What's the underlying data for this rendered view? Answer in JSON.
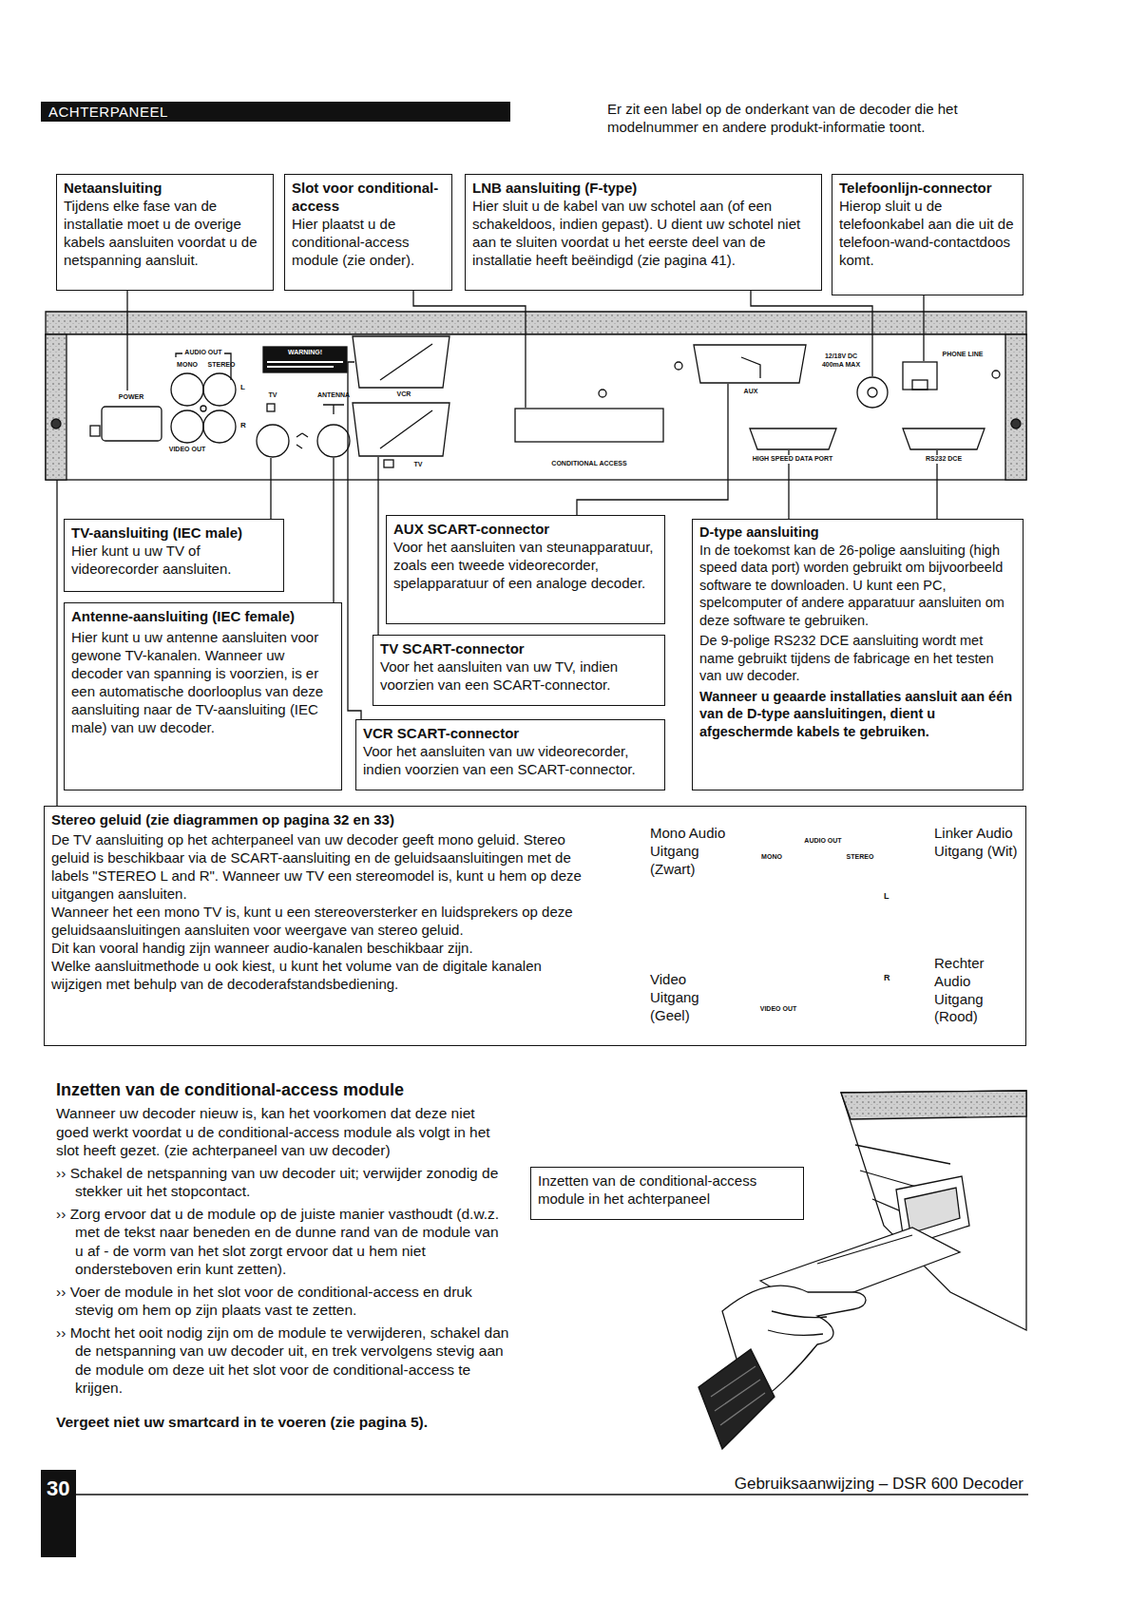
{
  "diagram": {
    "title": "ACHTERPANEEL",
    "nodes": [
      {
        "text": [
          "Netaansluiting",
          "Tijdens elke fase van de installatie moet u de overige kabels aansluiten voordat u de netspanning aansluit."
        ]
      },
      {
        "text": [
          "Slot voor conditional-access",
          "Hier plaatst u de conditional-access module (zie onder)."
        ]
      },
      {
        "text": [
          "LNB aansluiting (F-type)",
          "Hier sluit u de kabel van uw schotel aan (of een schakeldoos, indien gepast). U dient uw schotel niet aan te sluiten voordat u het eerste deel van de installatie heeft beëindigd (zie pagina 41)."
        ]
      },
      {
        "text": [
          "Telefoonlijn-connector",
          "Hierop sluit u de telefoonkabel aan die uit de telefoon-wand-contactdoos komt."
        ]
      },
      {
        "text": [
          "TV-aansluiting (IEC male)",
          "Hier kunt u uw TV of videorecorder aansluiten."
        ]
      },
      {
        "text": [
          "Antenne-aansluiting (IEC female)",
          "Hier kunt u uw antenne aansluiten voor gewone TV-kanalen. Wanneer uw decoder van spanning is voorzien, is er een automatische doorlooplus van deze aansluiting naar de TV-aansluiting (IEC male) van uw decoder."
        ]
      },
      {
        "text": [
          "AUX SCART-connector",
          "Voor het aansluiten van steunapparatuur, zoals een tweede videorecorder, spelapparatuur of een analoge decoder."
        ]
      },
      {
        "text": [
          "TV SCART-connector",
          "Voor het aansluiten van uw TV, indien voorzien van een SCART-connector."
        ]
      },
      {
        "text": [
          "VCR SCART-connector",
          "Voor het aansluiten van uw videorecorder, indien voorzien van een SCART-connector."
        ]
      },
      {
        "text": [
          "D-type aansluiting",
          "In de toekomst kan de 26-polige aansluiting (high speed data port) worden gebruikt om bijvoorbeeld software te downloaden. U kunt een PC, spelcomputer of andere apparatuur aansluiten om deze software te gebruiken.",
          "De 9-polige RS232 DCE aansluiting wordt met name gebruikt tijdens de fabricage en het testen van uw decoder.",
          "Wanneer u geaarde installaties aansluit aan één van de D-type aansluitingen, dient u afgeschermde kabels te gebruiken."
        ]
      },
      {
        "text": [
          "Stereo geluid (zie diagrammen op pagina 32 en 33)",
          "De TV aansluiting op het achterpaneel van uw decoder geeft mono geluid. Stereo geluid is beschikbaar via de SCART-aansluiting en de geluidsaansluitingen met de labels \"STEREO L and R\". Wanneer uw TV een stereomodel is, kunt u hem op deze uitgangen aansluiten.",
          "Wanneer het een mono TV is, kunt u een stereoversterker en luidsprekers op deze geluidsaansluitingen aansluiten voor weergave van stereo geluid.",
          "Dit kan vooral handig zijn wanneer audio-kanalen beschikbaar zijn.",
          "Welke aansluitmethode u ook kiest, u kunt het volume van de digitale kanalen wijzigen met behulp van de decoderafstandsbediening."
        ]
      },
      {
        "text": [
          "Inzetten van de conditional-access module in het achterpaneel"
        ]
      }
    ],
    "labels": [
      "Er zit een label op de onderkant van de decoder die het modelnummer en andere produkt-informatie toont.",
      "AUDIO OUT",
      "MONO",
      "STEREO",
      "POWER",
      "L",
      "R",
      "VIDEO OUT",
      "WARNING!",
      "TV",
      "ANTENNA",
      "VCR",
      "TV",
      "CONDITIONAL ACCESS",
      "AUX",
      "HIGH SPEED DATA PORT",
      "12/18V DC 400mA MAX",
      "PHONE LINE",
      "RS232 DCE",
      "Mono Audio Uitgang (Zwart)",
      "AUDIO OUT",
      "MONO",
      "STEREO",
      "L",
      "R",
      "VIDEO OUT",
      "Linker Audio Uitgang (Wit)",
      "Video Uitgang (Geel)",
      "Rechter Audio Uitgang (Rood)",
      "Inzetten van de conditional-access module",
      "Wanneer uw decoder nieuw is, kan het voorkomen dat deze niet goed werkt voordat u de conditional-access module als volgt in het slot heeft gezet. (zie achterpaneel van uw decoder)",
      "›› Schakel de netspanning van uw decoder uit; verwijder zonodig de stekker uit het stopcontact.",
      "›› Zorg ervoor dat u de module op de juiste manier vasthoudt (d.w.z. met de tekst naar beneden en de dunne rand van de module van u af - de vorm van het slot zorgt ervoor dat u hem niet ondersteboven erin kunt zetten).",
      "›› Voer de module in het slot voor de conditional-access en druk stevig om hem op zijn plaats vast te zetten.",
      "›› Mocht het ooit nodig zijn om de module te verwijderen, schakel dan de netspanning van uw decoder uit, en trek vervolgens stevig aan de module om deze uit het slot voor de conditional-access te krijgen.",
      "Vergeet niet uw smartcard in te voeren (zie pagina 5).",
      "30",
      "Gebruiksaanwijzing – DSR 600 Decoder"
    ]
  }
}
